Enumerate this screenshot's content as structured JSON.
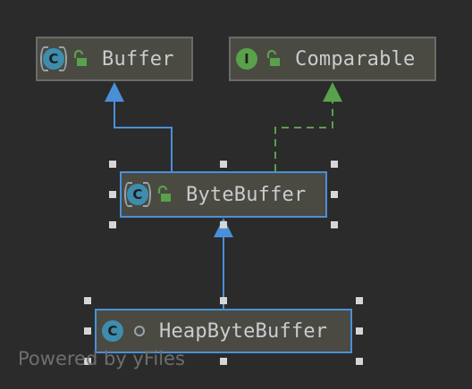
{
  "diagram": {
    "nodes": [
      {
        "id": "buffer",
        "kind": "abstract-class",
        "badge": "C",
        "name": "Buffer",
        "visibility": "public"
      },
      {
        "id": "comparable",
        "kind": "interface",
        "badge": "I",
        "name": "Comparable",
        "visibility": "public"
      },
      {
        "id": "bytebuffer",
        "kind": "abstract-class",
        "badge": "C",
        "name": "ByteBuffer",
        "visibility": "public"
      },
      {
        "id": "heapbytebuffer",
        "kind": "class",
        "badge": "C",
        "name": "HeapByteBuffer",
        "visibility": "package-private"
      }
    ],
    "edges": [
      {
        "from": "bytebuffer",
        "to": "buffer",
        "type": "extends",
        "style": "solid",
        "color": "#4a90d9"
      },
      {
        "from": "bytebuffer",
        "to": "comparable",
        "type": "implements",
        "style": "dashed",
        "color": "#59a14a"
      },
      {
        "from": "heapbytebuffer",
        "to": "bytebuffer",
        "type": "extends",
        "style": "solid",
        "color": "#4a90d9"
      }
    ],
    "selected": [
      "bytebuffer",
      "heapbytebuffer"
    ]
  },
  "colors": {
    "background": "#2b2b2b",
    "node_fill": "#4a4a42",
    "class_badge": "#3e8dae",
    "interface_badge": "#59a14a",
    "selection": "#4a90d9"
  },
  "watermark": "Powered by yFiles"
}
